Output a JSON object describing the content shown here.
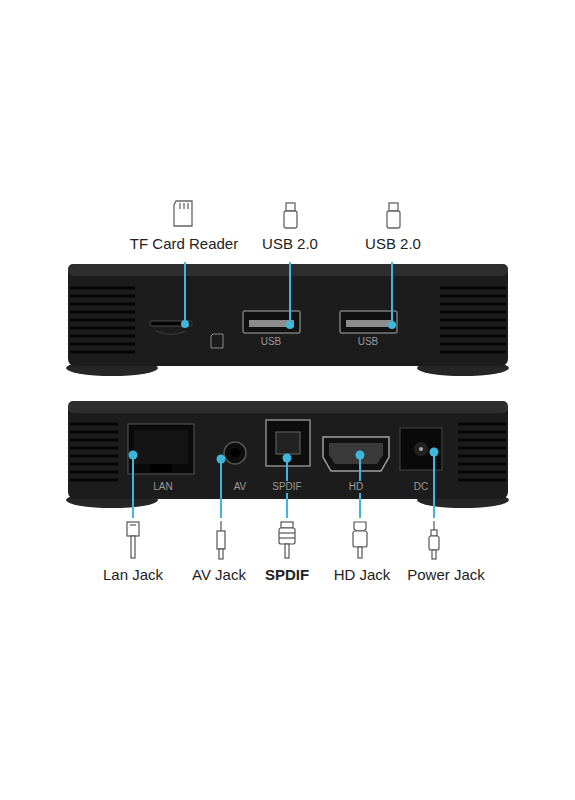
{
  "diagram": {
    "labels": [
      "TF Card Reader",
      "USB 2.0",
      "USB 2.0",
      "USB",
      "USB",
      "LAN",
      "AV",
      "SPDIF",
      "HD",
      "DC",
      "Lan Jack",
      "AV Jack",
      "SPDIF",
      "HD Jack",
      "Power Jack"
    ]
  }
}
